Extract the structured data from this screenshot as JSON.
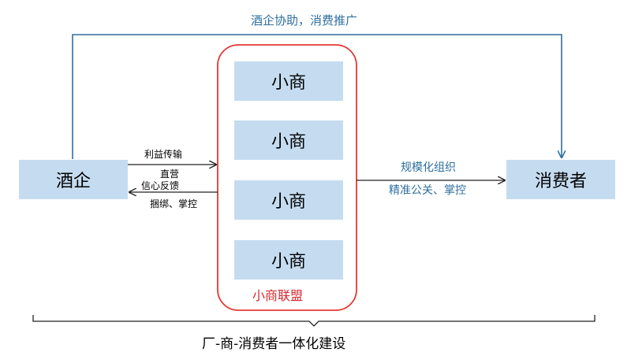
{
  "diagram": {
    "top_loop_label": "酒企协助，消费推广",
    "nodes": {
      "winery": "酒企",
      "consumer": "消费者",
      "small_merchants": [
        "小商",
        "小商",
        "小商",
        "小商"
      ],
      "alliance_label": "小商联盟"
    },
    "edges": {
      "winery_to_alliance": "利益传输",
      "direct_label": "直营",
      "alliance_to_winery": "信心反馈",
      "bind_control": "捆绑、掌控",
      "alliance_to_consumer_top": "规模化组织",
      "alliance_to_consumer_bottom": "精准公关、掌控"
    },
    "footer_label": "厂-商-消费者一体化建设",
    "colors": {
      "box_fill": "#c5dcf0",
      "arrow_blue": "#2e6f9e",
      "alliance_border": "#e53935",
      "text_blue": "#2e6f9e",
      "text_red": "#d9272e"
    }
  }
}
